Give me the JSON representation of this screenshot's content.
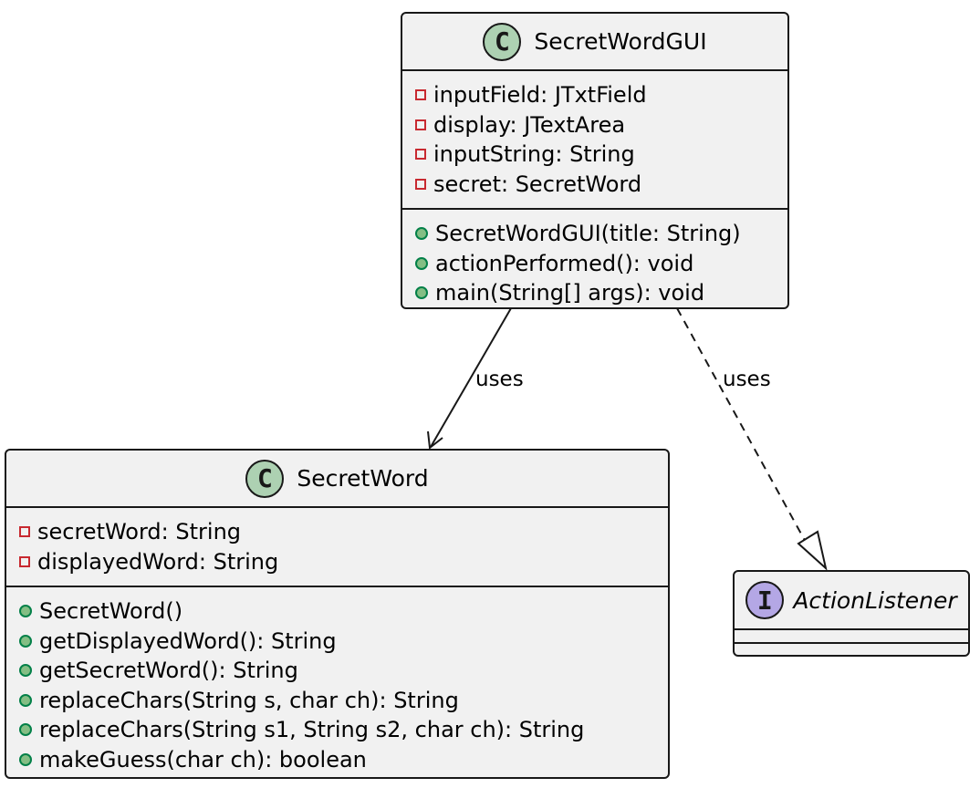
{
  "classes": {
    "secret_word_gui": {
      "stereotype_letter": "C",
      "name": "SecretWordGUI",
      "badge_color": "#add1b2",
      "fields": [
        "inputField: JTxtField",
        "display: JTextArea",
        "inputString: String",
        "secret: SecretWord"
      ],
      "methods": [
        "SecretWordGUI(title: String)",
        "actionPerformed(): void",
        "main(String[] args): void"
      ]
    },
    "secret_word": {
      "stereotype_letter": "C",
      "name": "SecretWord",
      "badge_color": "#add1b2",
      "fields": [
        "secretWord: String",
        "displayedWord: String"
      ],
      "methods": [
        "SecretWord()",
        "getDisplayedWord(): String",
        "getSecretWord(): String",
        "replaceChars(String s, char ch): String",
        "replaceChars(String s1, String s2, char ch): String",
        "makeGuess(char ch): boolean"
      ]
    },
    "action_listener": {
      "stereotype_letter": "I",
      "name": "ActionListener",
      "badge_color": "#b4a7e5"
    }
  },
  "relations": {
    "gui_to_secret_word": {
      "label": "uses",
      "style": "solid-arrow"
    },
    "gui_to_action_listener": {
      "label": "uses",
      "style": "dashed-realization"
    }
  }
}
